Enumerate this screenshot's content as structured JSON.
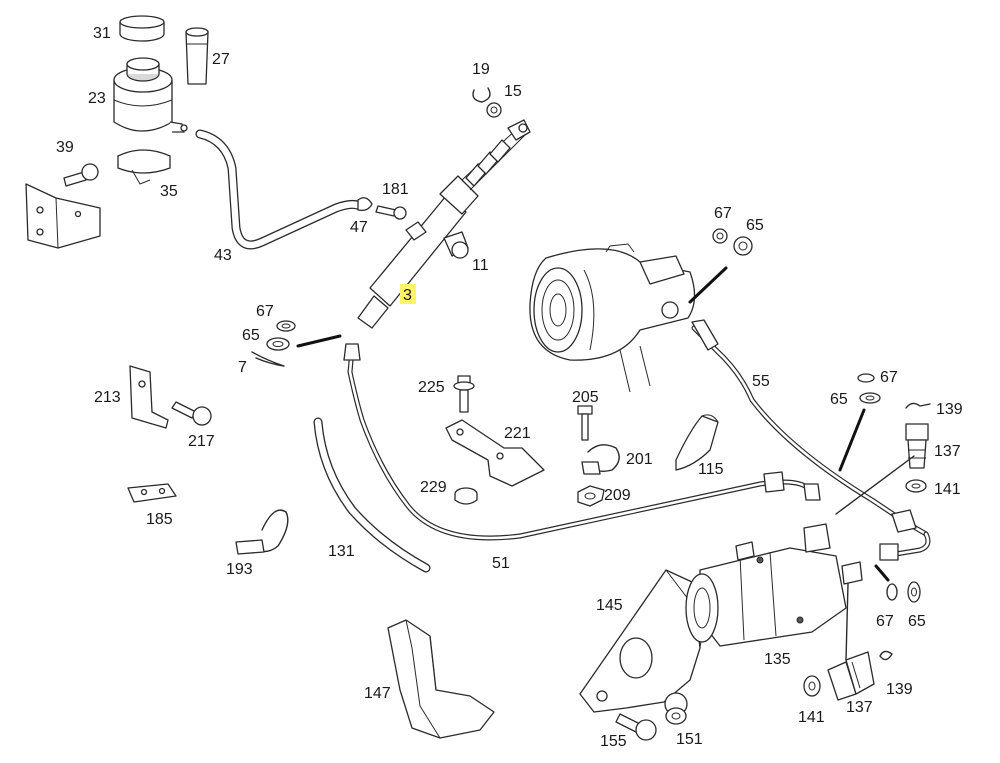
{
  "callouts": {
    "c31": "31",
    "c27": "27",
    "c23": "23",
    "c39": "39",
    "c35": "35",
    "c43": "43",
    "c19": "19",
    "c15": "15",
    "c181": "181",
    "c47": "47",
    "c11": "11",
    "c3": "3",
    "c67a": "67",
    "c65a": "65",
    "c7": "7",
    "c67b": "67",
    "c65b": "65",
    "c55": "55",
    "c213": "213",
    "c217": "217",
    "c225": "225",
    "c221": "221",
    "c205": "205",
    "c201": "201",
    "c115": "115",
    "c229": "229",
    "c209": "209",
    "c185": "185",
    "c131": "131",
    "c51": "51",
    "c193": "193",
    "c67c": "67",
    "c65c": "65",
    "c139a": "139",
    "c137a": "137",
    "c141a": "141",
    "c145": "145",
    "c135": "135",
    "c67d": "67",
    "c65d": "65",
    "c147": "147",
    "c141b": "141",
    "c137b": "137",
    "c139b": "139",
    "c155": "155",
    "c151": "151"
  },
  "highlight_color": "#fff36b",
  "line_color": "#2a2a2a"
}
